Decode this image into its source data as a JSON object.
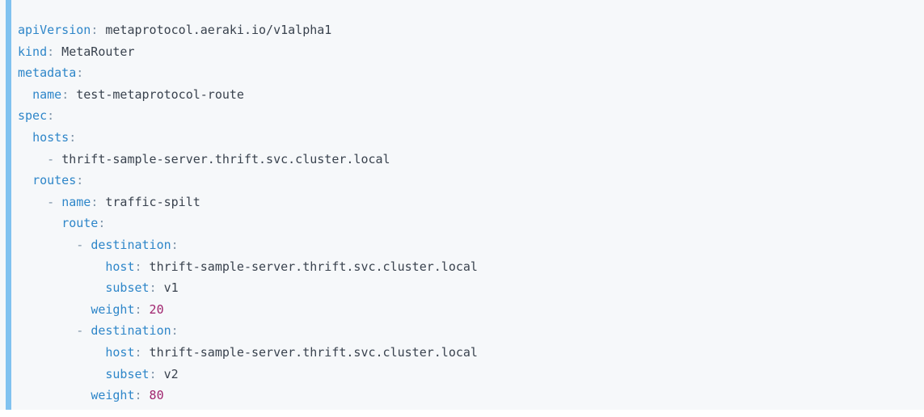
{
  "code_block": {
    "language": "yaml",
    "accent_color": "#80c2f0",
    "background_color": "#f6f8fa",
    "key_color": "#2e86c9",
    "value_color": "#39424e",
    "number_color": "#a0246e",
    "punctuation_color": "#7f94a8",
    "lines": [
      {
        "indent": "",
        "key": "apiVersion",
        "colon": ":",
        "value": " metaprotocol.aeraki.io/v1alpha1",
        "value_type": "string"
      },
      {
        "indent": "",
        "key": "kind",
        "colon": ":",
        "value": " MetaRouter",
        "value_type": "string"
      },
      {
        "indent": "",
        "key": "metadata",
        "colon": ":",
        "value": "",
        "value_type": "none"
      },
      {
        "indent": "  ",
        "key": "name",
        "colon": ":",
        "value": " test-metaprotocol-route",
        "value_type": "string"
      },
      {
        "indent": "",
        "key": "spec",
        "colon": ":",
        "value": "",
        "value_type": "none"
      },
      {
        "indent": "  ",
        "key": "hosts",
        "colon": ":",
        "value": "",
        "value_type": "none"
      },
      {
        "indent": "    ",
        "dash": "- ",
        "key": "",
        "colon": "",
        "value": "thrift-sample-server.thrift.svc.cluster.local",
        "value_type": "string"
      },
      {
        "indent": "  ",
        "key": "routes",
        "colon": ":",
        "value": "",
        "value_type": "none"
      },
      {
        "indent": "    ",
        "dash": "- ",
        "key": "name",
        "colon": ":",
        "value": " traffic-spilt",
        "value_type": "string"
      },
      {
        "indent": "      ",
        "key": "route",
        "colon": ":",
        "value": "",
        "value_type": "none"
      },
      {
        "indent": "        ",
        "dash": "- ",
        "key": "destination",
        "colon": ":",
        "value": "",
        "value_type": "none"
      },
      {
        "indent": "            ",
        "key": "host",
        "colon": ":",
        "value": " thrift-sample-server.thrift.svc.cluster.local",
        "value_type": "string"
      },
      {
        "indent": "            ",
        "key": "subset",
        "colon": ":",
        "value": " v1",
        "value_type": "string"
      },
      {
        "indent": "          ",
        "key": "weight",
        "colon": ":",
        "value": " 20",
        "value_type": "number"
      },
      {
        "indent": "        ",
        "dash": "- ",
        "key": "destination",
        "colon": ":",
        "value": "",
        "value_type": "none"
      },
      {
        "indent": "            ",
        "key": "host",
        "colon": ":",
        "value": " thrift-sample-server.thrift.svc.cluster.local",
        "value_type": "string"
      },
      {
        "indent": "            ",
        "key": "subset",
        "colon": ":",
        "value": " v2",
        "value_type": "string"
      },
      {
        "indent": "          ",
        "key": "weight",
        "colon": ":",
        "value": " 80",
        "value_type": "number"
      }
    ]
  }
}
